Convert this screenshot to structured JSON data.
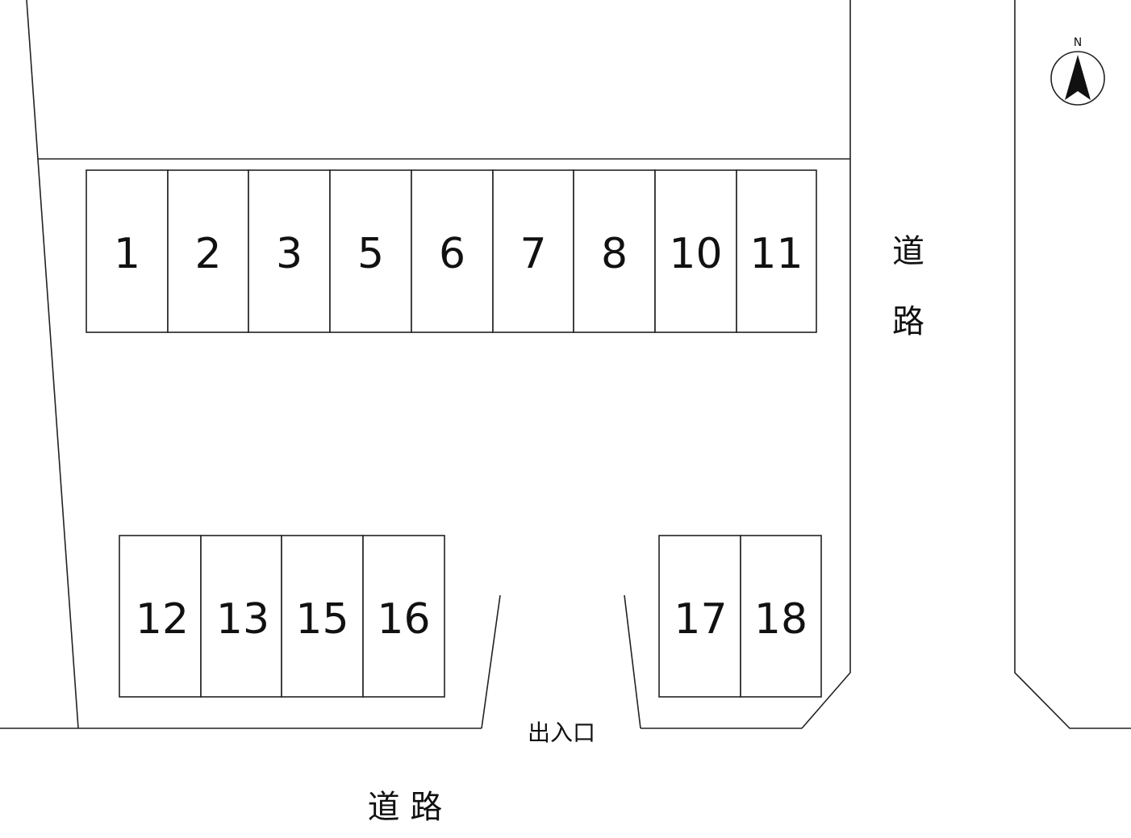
{
  "map": {
    "colors": {
      "line": "#222222",
      "text": "#111111",
      "background": "#ffffff"
    },
    "roads": {
      "east_label_chars": [
        "道",
        "路"
      ],
      "south_label": "道 路"
    },
    "entrance_label": "出入口",
    "north_indicator": {
      "letter": "N",
      "icon": "north-arrow-icon"
    },
    "stall_rows": {
      "top": [
        "1",
        "2",
        "3",
        "5",
        "6",
        "7",
        "8",
        "10",
        "11"
      ],
      "bottom_left": [
        "12",
        "13",
        "15",
        "16"
      ],
      "bottom_right": [
        "17",
        "18"
      ]
    }
  }
}
